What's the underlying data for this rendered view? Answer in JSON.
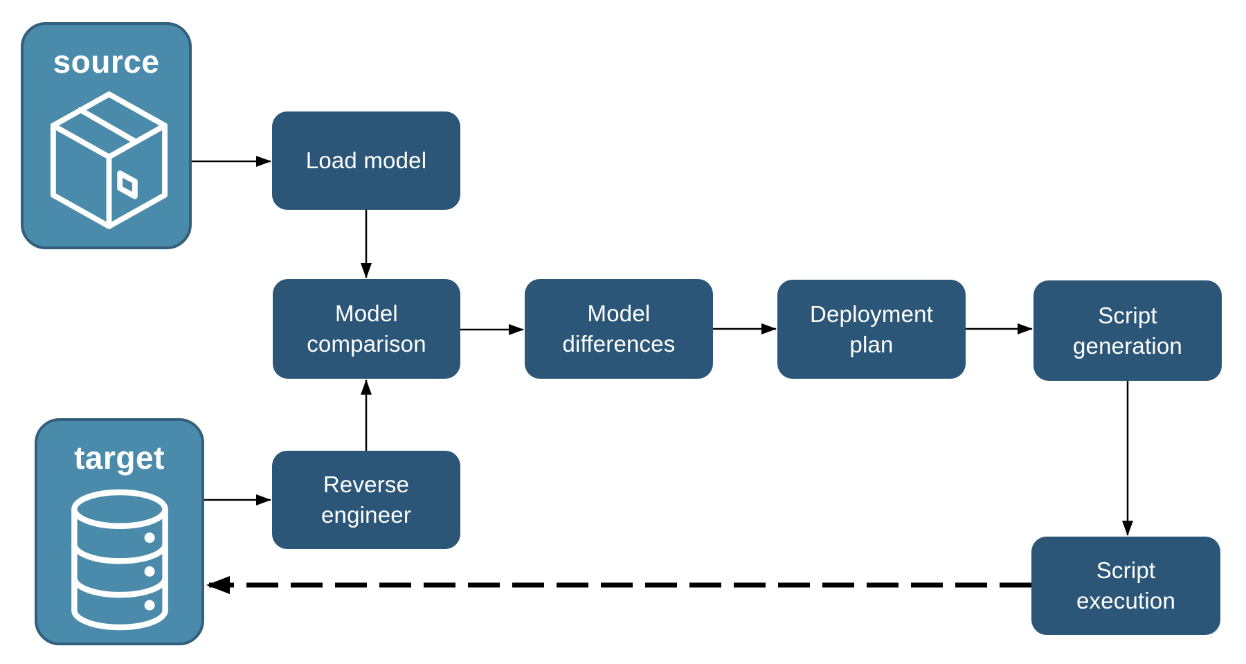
{
  "diagram": {
    "containers": {
      "source": {
        "label": "source",
        "icon": "package-box-icon"
      },
      "target": {
        "label": "target",
        "icon": "database-cylinder-icon"
      }
    },
    "nodes": {
      "load_model": {
        "lines": [
          "Load model"
        ]
      },
      "model_comparison": {
        "lines": [
          "Model",
          "comparison"
        ]
      },
      "model_differences": {
        "lines": [
          "Model",
          "differences"
        ]
      },
      "deployment_plan": {
        "lines": [
          "Deployment",
          "plan"
        ]
      },
      "script_generation": {
        "lines": [
          "Script",
          "generation"
        ]
      },
      "reverse_engineer": {
        "lines": [
          "Reverse",
          "engineer"
        ]
      },
      "script_execution": {
        "lines": [
          "Script",
          "execution"
        ]
      }
    },
    "edges": [
      {
        "from": "source",
        "to": "load-model",
        "style": "solid"
      },
      {
        "from": "load-model",
        "to": "model-comparison",
        "style": "solid"
      },
      {
        "from": "model-comparison",
        "to": "model-differences",
        "style": "solid"
      },
      {
        "from": "model-differences",
        "to": "deployment-plan",
        "style": "solid"
      },
      {
        "from": "deployment-plan",
        "to": "script-generation",
        "style": "solid"
      },
      {
        "from": "script-generation",
        "to": "script-execution",
        "style": "solid"
      },
      {
        "from": "target",
        "to": "reverse-engineer",
        "style": "solid"
      },
      {
        "from": "reverse-engineer",
        "to": "model-comparison",
        "style": "solid"
      },
      {
        "from": "script-execution",
        "to": "target",
        "style": "dashed"
      }
    ],
    "colors": {
      "node_fill": "#2B5677",
      "container_fill": "#4A8BAC",
      "container_border": "#335F7C",
      "arrow": "#000000",
      "text": "#FFFFFF",
      "background": "#FFFFFF"
    }
  }
}
